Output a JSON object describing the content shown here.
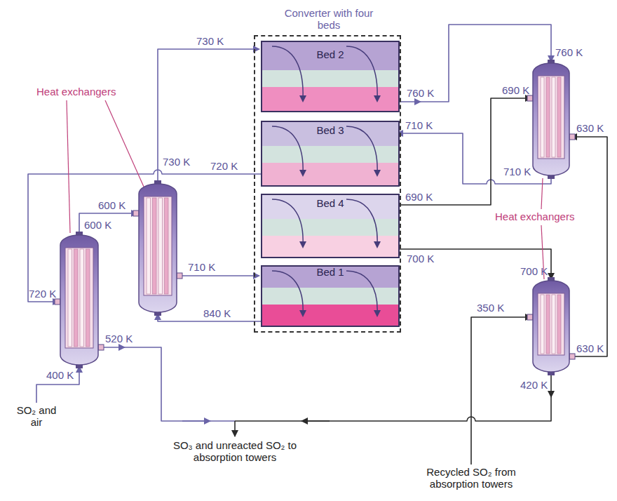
{
  "diagram": {
    "nodes": [
      {
        "text": [
          "Converter with four beds"
        ]
      },
      {
        "text": [
          "Bed 2"
        ],
        "in": 0
      },
      {
        "text": [
          "Bed 3"
        ],
        "in": 0
      },
      {
        "text": [
          "Bed 4"
        ],
        "in": 0
      },
      {
        "text": [
          "Bed 1"
        ],
        "in": 0
      }
    ],
    "labels": [
      "730 K",
      "760 K",
      "760 K",
      "690 K",
      "630 K",
      "710 K",
      "710 K",
      "720 K",
      "690 K",
      "700 K",
      "730 K",
      "600 K",
      "600 K",
      "720 K",
      "710 K",
      "840 K",
      "520 K",
      "400 K",
      "700 K",
      "350 K",
      "630 K",
      "420 K",
      "Heat exchangers",
      "Heat exchangers",
      "SO₂ and air",
      "SO₃ and unreacted SO₂ to absorption towers",
      "Recycled SO₂ from absorption towers"
    ]
  }
}
